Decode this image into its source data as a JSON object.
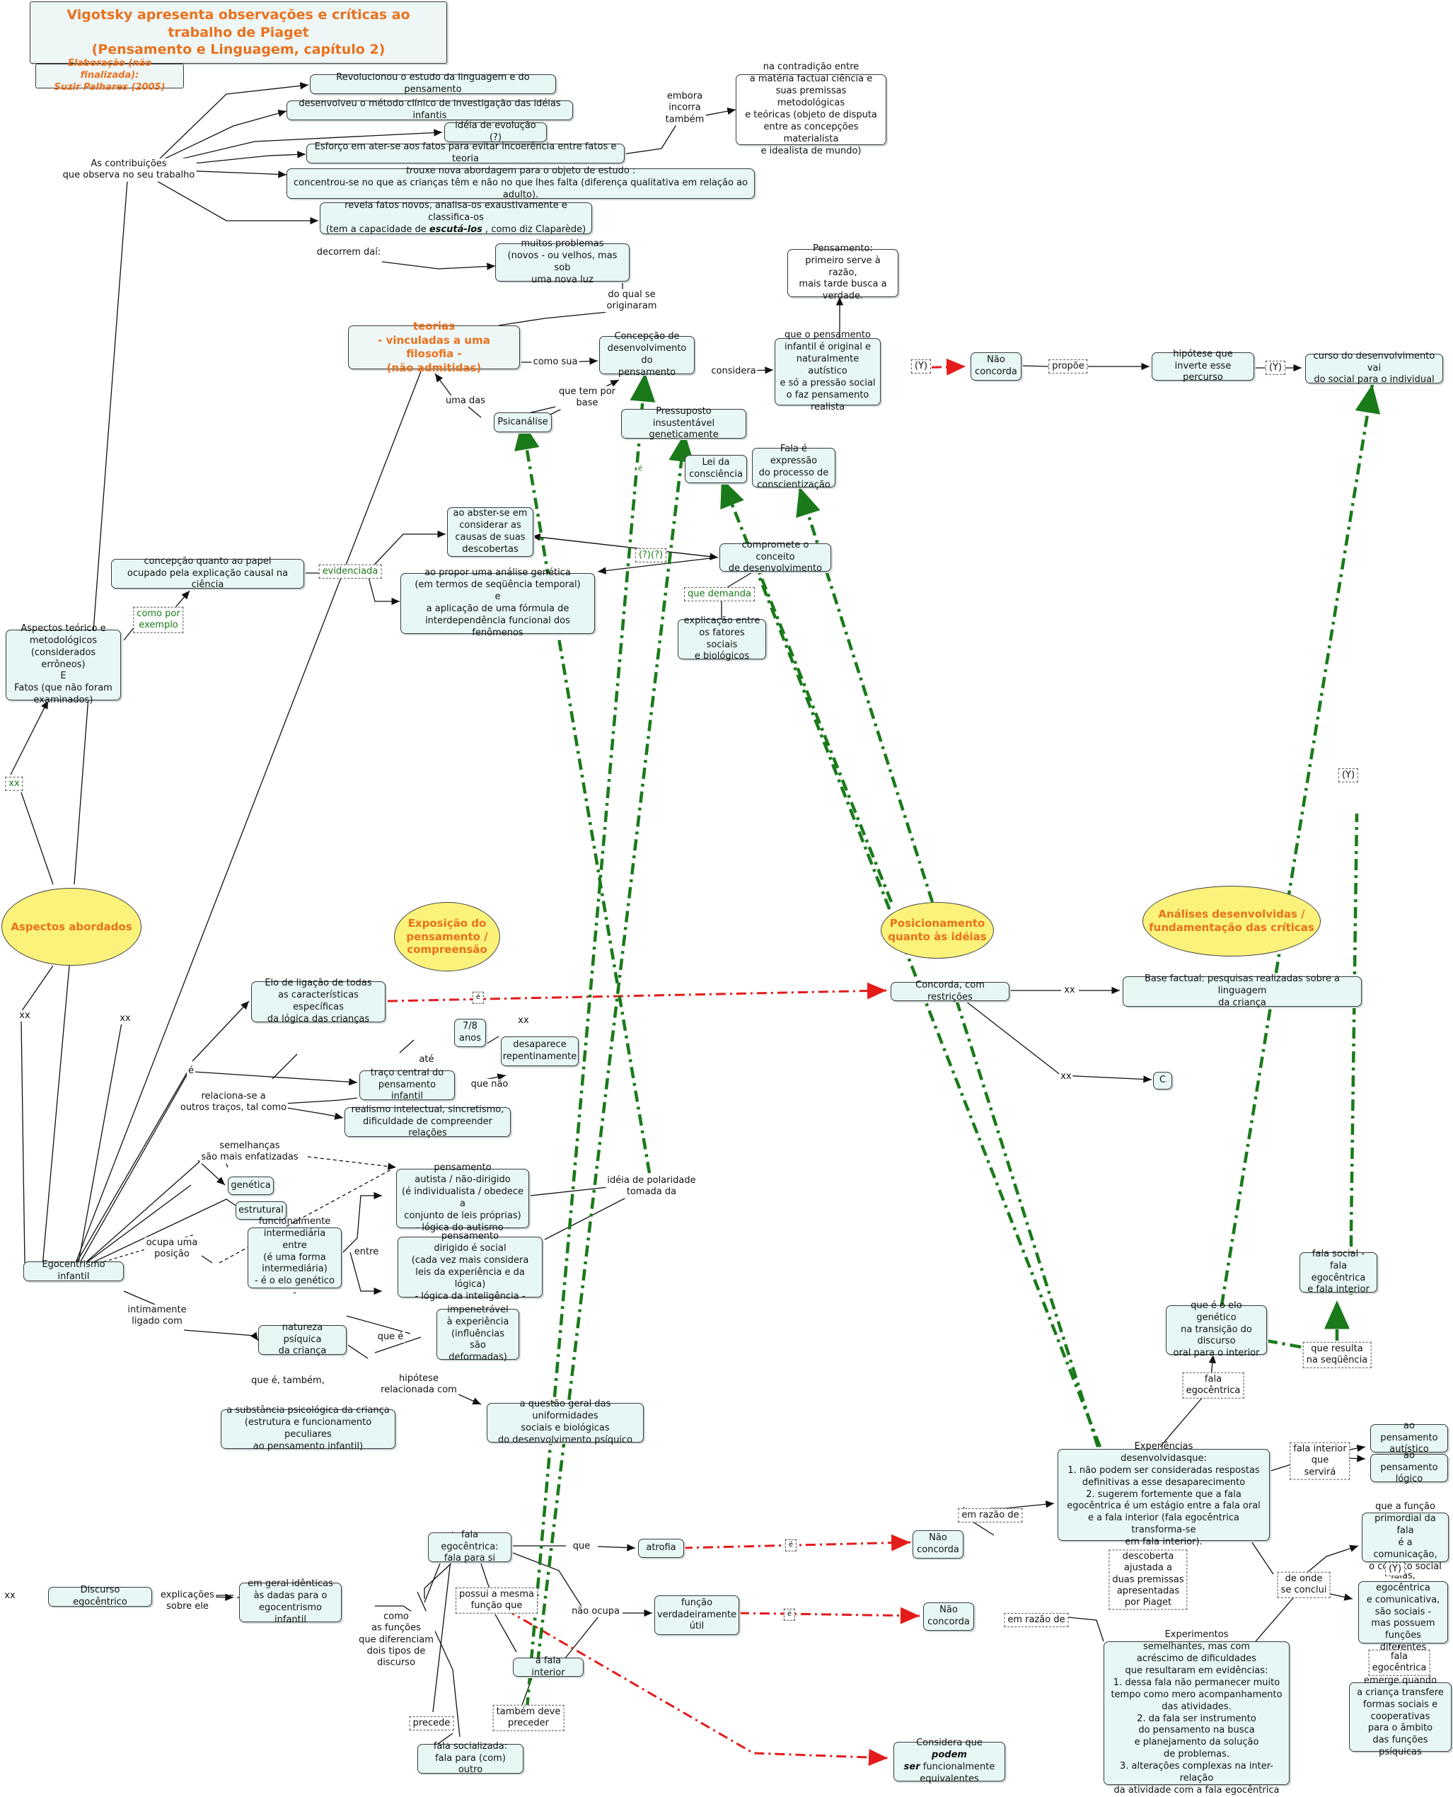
{
  "title": "Vigotsky apresenta observações e críticas ao trabalho de Piaget\n(Pensamento e Linguagem, capítulo 2)",
  "author": "Elaboração (não finalizada):\nSuzir Palhares (2005)",
  "colors": {
    "node_fill": "#e7f7f6",
    "ellipse_fill": "#fbf27b",
    "accent_orange": "#e9711c",
    "dash_green": "#1a7a1a",
    "dash_red": "#e31b1b"
  },
  "ellipses": {
    "aspectos": "Aspectos abordados",
    "exposicao": "Exposição do\npensamento /\ncompreensão",
    "posicionamento": "Posicionamento\nquanto às idéias",
    "analises": "Análises desenvolvidas /\nfundamentação das críticas"
  },
  "nodes": {
    "revolucionou": "Revolucionou o estudo da linguagem e do pensamento",
    "metodo_clinico": "desenvolveu o método clínico de investigação das idéias infantis",
    "ideia_evolucao": "idéia de evolução (?)",
    "esforco": "Esforço em ater-se aos fatos para evitar incoerência entre fatos e teoria",
    "contradicao": "na contradição entre\na matéria factual ciência e\nsuas premissas metodológicas\ne teóricas (objeto de disputa\nentre as concepções materialista\ne idealista de mundo)",
    "nova_abordagem_em": "tr",
    "nova_abordagem_rest": "ouxe nova abordagem para o objeto de estudo :",
    "nova_abordagem_line2": "concentrou-se no que as crianças têm e não no que lhes falta (diferença qualitativa em relação ao adulto).",
    "revela_line1": "revela fatos novos, analisa-os exaustivamente e classifica-os",
    "revela_pre": "(tem a capacidade de ",
    "revela_em": "escutá-los",
    "revela_post": " , como diz Claparède)",
    "muitos_problemas": "muitos problemas\n(novos -  ou velhos, mas sob\numa nova luz",
    "pensamento_razao": "Pensamento:\nprimeiro serve à razão,\nmais tarde busca a\nverdade.",
    "teorias": "teorias\n- vinculadas a uma filosofia -\n(não admitidas)",
    "concepcao_desenv": "Concepção de\ndesenvolvimento do\npensamento",
    "pensamento_autistico": "que o pensamento\ninfantil é original e\nnaturalmente autístico\ne só a pressão social\no faz pensamento\nrealista",
    "nao_concorda_top": "Não\nconcorda",
    "hipotese_inverte": "hipótese que\ninverte esse percurso",
    "curso_desenv": "curso do desenvolvimento vai\ndo social para o individual",
    "psicanalise": "Psicanálise",
    "pressuposto": "Pressuposto insustentável\ngeneticamente",
    "lei_consciencia": "Lei da\nconsciência",
    "fala_expressao": "Fala é expressão\ndo processo de\nconscientização",
    "abster": "ao abster-se em\nconsiderar as\ncausas de suas\ndescobertas",
    "concepcao_papel": "concepção quanto ao papel\nocupado pela explicação causal  na ciência",
    "propor_analise": "ao propor uma análise genética\n(em termos de seqüência temporal)\ne\na aplicação de uma fórmula de\ninterdependência funcional dos fenômenos",
    "compromete": "compromete o conceito\nde desenvolvimento",
    "explicacao_fatores": "explicação entre\nos fatores sociais\ne  biológicos",
    "aspectos_teorico": "Aspectos teórico e\nmetodológicos\n(considerados errôneos)\nE\nFatos (que não foram\nexaminados)",
    "elo_ligacao": "Elo de ligação de todas\nas características específicas\nda lógica das crianças",
    "concorda_restricoes": "Concorda, com restrições",
    "base_factual": "Base factual: pesquisas realizadas sobre a linguagem\nda criança",
    "c": "C",
    "sete_oito": "7/8\nanos",
    "desaparece": "desaparece\nrepentinamente",
    "traco_central": "traço central  do\npensamento infantil",
    "realismo": "realismo intelectual, sincretismo,\ndificuldade de compreender relações",
    "pensamento_autista": "pensamento\nautista / não-dirigido\n(é individualista / obedece a\nconjunto de leis próprias)\n- lógica do autismo -",
    "genetica": "genética",
    "estrutural": "estrutural",
    "funcionalmente": "funcionalmente\nintermediária entre\n(é uma forma\nintermediária)\n- é o elo genético -",
    "pensamento_dirigido": "pensamento\ndirigido  é social\n(cada vez mais considera\nleis da experiência e da lógica)\n- lógica da inteligência -",
    "egocentrismo": "Egocentrismo infantil",
    "natureza_psiquica": "natureza psíquica\nda criança",
    "impenetravel": "impenetrável\nà experiência\n(influências\nsão deformadas)",
    "substancia": "a substância psicológica da criança\n(estrutura e funcionamento peculiares\nao pensamento infantil)",
    "questao_geral": "a questão geral das uniformidades\nsociais  e biológicas\ndo desenvolvimento psíquico",
    "fala_social": "fala social -\nfala egocêntrica\ne fala interior",
    "elo_genetico": "que é o elo genético\nna transição do\ndiscurso\noral para o interior",
    "ao_pensamento_autistico": "ao pensamento\nautístico",
    "ao_pensamento_logico": "ao pensamento\nlógico",
    "experiencias": "Experiências\ndesenvolvidasque:\n1. não podem ser consideradas respostas\ndefinitivas a esse desaparecimento\n2. sugerem fortemente que a fala\negocêntrica é um estágio entre a fala oral\ne a fala interior (fala egocêntrica transforma-se\nem fala interior).",
    "funcao_primordial": "que a função\nprimordial da fala\né a comunicação,\no contato social",
    "falas_egocentrica": "falas, egocêntrica\ne comunicativa,\nsão sociais -\nmas possuem\nfunções diferentes",
    "emerge": "emerge quando\na criança transfere\nformas sociais e\ncooperativas\npara o âmbito\ndas funções psíquicas",
    "fala_egocentrica_node": "fala egocêntrica:\nfala para si",
    "atrofia": "atrofia",
    "nao_concorda_mid": "Não\nconcorda",
    "discurso_egocentrico": "Discurso egocêntrico",
    "idenicas": "em geral idênticas\nàs dadas para o\negocentrismo infantil",
    "funcao_util": "função\nverdadeiramente\nútil",
    "nao_concorda_low": "Não\nconcorda",
    "experimentos": "Experimentos\nsemelhantes, mas com\nacréscimo de dificuldades\nque resultaram em evidências:\n1. dessa fala não permanecer muito\ntempo como mero acompanhamento\ndas atividades.\n2. da fala ser instrumento\ndo pensamento na busca\ne planejamento da solução\nde problemas.\n3. alterações complexas na inter-relação\nda atividade com a fala egocêntrica",
    "fala_interior_node": "a fala interior",
    "fala_socializada": "fala  socializada:\nfala para (com)  outro",
    "considera_podem_pre": "Considera que ",
    "considera_podem_em": "podem\nser",
    "considera_podem_post": "  funcionalmente\nequivalentes"
  },
  "labels": {
    "contribuicoes": "As contribuições\nque observa no seu trabalho",
    "embora": "embora\nincorra\ntambém",
    "decorrem": "decorrem daí:",
    "do_qual": "do qual se\noriginaram",
    "como_sua": "como sua",
    "considera": "considera",
    "que_tem_por_base": "que tem por\nbase",
    "uma_das": "uma das",
    "evidenciada": "evidenciada",
    "como_por_exemplo": "como por\nexemplo",
    "xx_left": "xx",
    "xx_1": "xx",
    "xx_2": "xx",
    "xx_3": "xx",
    "xx_4": "xx",
    "xx_5": "xx",
    "xx_6": "xx",
    "xx_discurso": "xx",
    "y_1": "(Y)",
    "y_2": "(Y)",
    "y_3": "(Y)",
    "y_4": "(Y)",
    "propoe": "propõe",
    "q_marks": "(?)(?)",
    "que_demanda": "que demanda",
    "e_1": "é",
    "ate": "até",
    "que_nao": "que não",
    "relaciona": "relaciona-se a\noutros traços, tal como",
    "semelhancas": "semelhanças\nsão mais enfatizadas",
    "ocupa": "ocupa uma\nposição",
    "entre": "entre",
    "polaridade": "idéia de polaridade\ntomada da",
    "intimamente": "intimamente\nligado com",
    "que_e": "que é",
    "que_e_tambem": "que é, também,",
    "hipotese_relacionada": "hipótese\nrelacionada com",
    "explicacoes": "explicações\nsobre ele",
    "como_funcoes": "como\nas funções\nque diferenciam\ndois tipos de\ndiscurso",
    "que_atrofia": "que",
    "nao_ocupa": "não ocupa",
    "possui_mesma": "possui a mesma\nfunção que",
    "precede": "precede",
    "tambem_deve": "também deve\npreceder",
    "em_razao_1": "em razão de",
    "em_razao_2": "em razão de",
    "fala_interior_lbl": "fala interior\nque\nservirá",
    "de_onde": "de onde\nse conclui",
    "descoberta": "descoberta\najustada a\nduas premissas\napresentadas\npor Piaget",
    "fala_egocentrica_lbl": "fala\negocêntrica",
    "fala_egocentrica_lbl2": "fala\negocêntrica",
    "que_resulta": "que resulta\nna seqüência",
    "e_small": "é",
    "e_red": "é",
    "e_red2": "é",
    "e_red3": "é"
  }
}
